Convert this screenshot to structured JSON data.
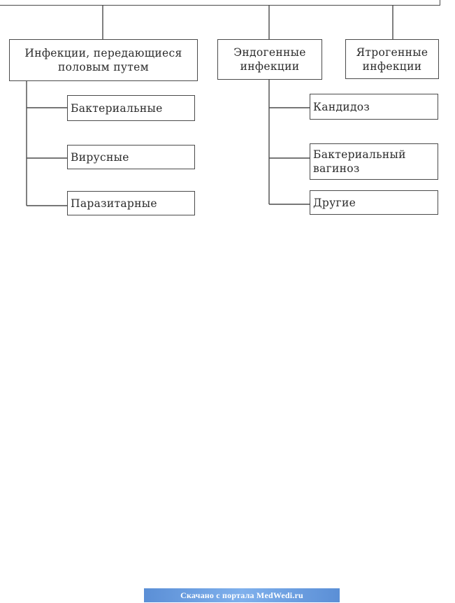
{
  "diagram": {
    "categories": {
      "sexually_transmitted": "Инфекции, передающиеся\nполовым путем",
      "endogenous": "Эндогенные\nинфекции",
      "iatrogenic": "Ятрогенные\nинфекции"
    },
    "sexually_transmitted_items": [
      "Бактериальные",
      "Вирусные",
      "Паразитарные"
    ],
    "endogenous_items": [
      "Кандидоз",
      "Бактериальный\nвагиноз",
      "Другие"
    ]
  },
  "footer": {
    "banner_text": "Скачано с портала MedWedi.ru"
  }
}
